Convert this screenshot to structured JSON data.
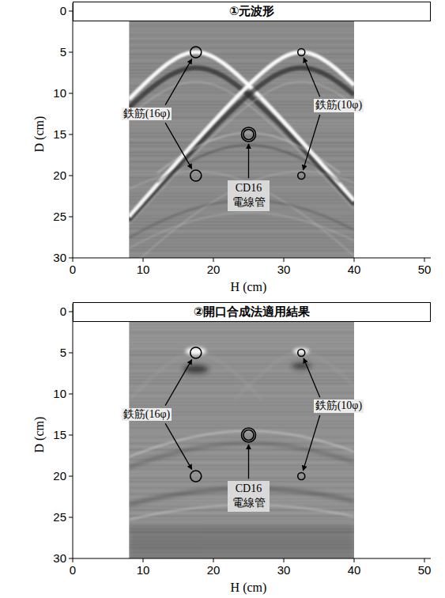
{
  "diagram": {
    "nodes": [
      {
        "text": [
          "①元波形"
        ]
      },
      {
        "text": [
          "CD16 電線管"
        ]
      },
      {
        "text": [
          "②開口合成法適用結果"
        ]
      },
      {
        "text": [
          "CD16 電線管"
        ]
      }
    ],
    "labels": [
      "鉄筋(16φ)",
      "鉄筋(10φ)",
      "0",
      "5",
      "10",
      "15",
      "20",
      "25",
      "30",
      "D (cm)",
      "0",
      "10",
      "20",
      "30",
      "40",
      "50",
      "H (cm)",
      "鉄筋(16φ)",
      "鉄筋(10φ)",
      "0",
      "5",
      "10",
      "15",
      "20",
      "25",
      "30",
      "D (cm)",
      "0",
      "10",
      "20",
      "30",
      "40",
      "50",
      "H (cm)"
    ]
  }
}
